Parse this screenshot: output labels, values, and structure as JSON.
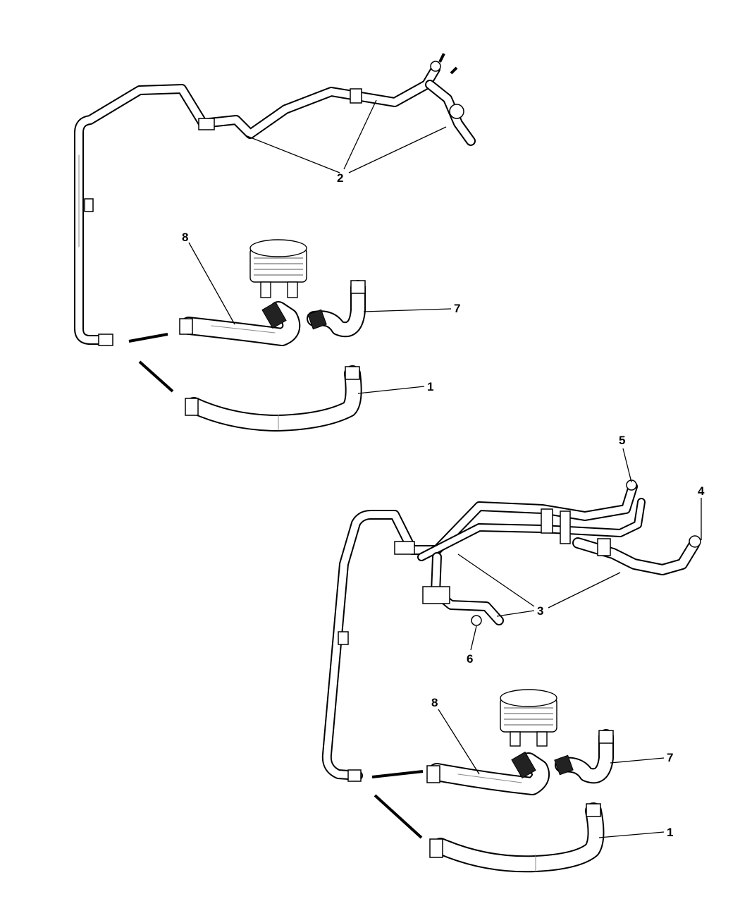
{
  "callouts": {
    "top": {
      "hose_2": "2",
      "hose_8": "8",
      "hose_7": "7",
      "hose_1": "1"
    },
    "bottom": {
      "hose_5": "5",
      "hose_4": "4",
      "hose_3": "3",
      "hose_6": "6",
      "hose_8": "8",
      "hose_7": "7",
      "hose_1": "1"
    }
  }
}
